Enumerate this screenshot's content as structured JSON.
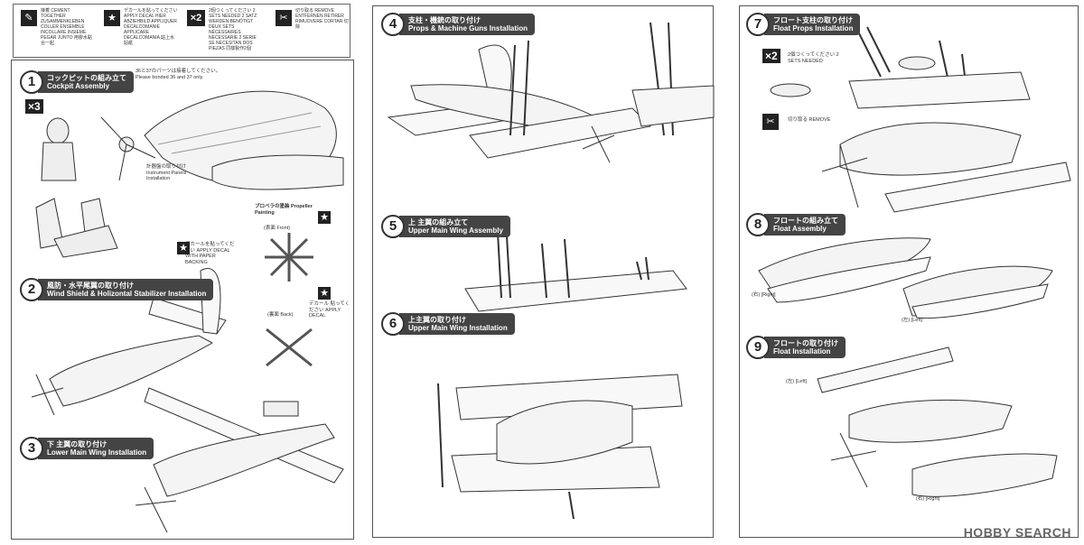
{
  "legend": {
    "cement": "接着 CEMENT TOGETHER ZUSAMMENKLEBEN COLLER ENSEMBLE INCOLLARE INSIEME PEGAR JUNTO 用膠水黏合一起",
    "decal": "デカールを貼ってください APPLY DECAL HIER ABZIEHBILD APPLIQUER DECALCOMANIE APPLICARE DECALCOMANIA 貼上水貼紙",
    "sets2": "2個つくってください 2 SETS NEEDED 2 SATZ WERDEN BENÖTIGT DEUX SETS NÉCESSAIRES NECESSARIE 2 SERIE SE NECESITAN DOS PIEZAS 同樣製作2個",
    "remove": "切り取る REMOVE ENTFERNEN RETIRER RIMUOVERE CORTAR 切除",
    "x2": "×2",
    "x3": "×3"
  },
  "steps": [
    {
      "num": "1",
      "jp": "コックピットの組み立て",
      "en": "Cockpit Assembly"
    },
    {
      "num": "2",
      "jp": "風防・水平尾翼の取り付け",
      "en": "Wind Shield & Holizontal Stabilizer Installation"
    },
    {
      "num": "3",
      "jp": "下 主翼の取り付け",
      "en": "Lower Main Wing Installation"
    },
    {
      "num": "4",
      "jp": "支柱・機銃の取り付け",
      "en": "Props & Machine Guns Installation"
    },
    {
      "num": "5",
      "jp": "上 主翼の組み立て",
      "en": "Upper Main Wing Assembly"
    },
    {
      "num": "6",
      "jp": "上主翼の取り付け",
      "en": "Upper Main Wing Installation"
    },
    {
      "num": "7",
      "jp": "フロート支柱の取り付け",
      "en": "Float Props Installation"
    },
    {
      "num": "8",
      "jp": "フロートの組み立て",
      "en": "Float Assembly"
    },
    {
      "num": "9",
      "jp": "フロートの取り付け",
      "en": "Float Installation"
    }
  ],
  "notes": {
    "bonded": "36と37のパーツは接着してください。Please bonded 36 and 37 only.",
    "instrument": "計器盤の取り付け Instrument Panels Installation",
    "paper": "デカールを貼ってください APPLY DECAL WITH PAPER BACKING",
    "propeller": "プロペラの塗装 Propeller Painting",
    "front": "(表面 Front)",
    "back": "(裏面 Back)",
    "apply": "デカール 貼ってください APPLY DECAL",
    "float_x2": "2個つくってください 2 SETS NEEDED",
    "float_remove": "切り取る REMOVE",
    "right": "(右) [Right]",
    "left": "(左) [Left]"
  },
  "watermark": "HOBBY SEARCH"
}
